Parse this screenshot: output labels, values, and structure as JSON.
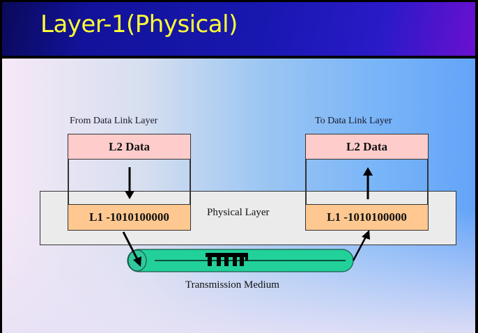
{
  "slide": {
    "title": "Layer-1(Physical)",
    "colors": {
      "title_text": "#ffff33",
      "header_bg": "#1818b0",
      "pink_box": "#ffcccc",
      "orange_box": "#ffc890",
      "tube": "#22d09a",
      "physical_box": "#ebebeb"
    }
  },
  "diagram": {
    "left": {
      "caption": "From Data Link Layer",
      "l2_label": "L2 Data",
      "l1_label": "L1 -1010100000",
      "arrow_direction": "down"
    },
    "right": {
      "caption": "To Data Link Layer",
      "l2_label": "L2 Data",
      "l1_label": "L1 -1010100000",
      "arrow_direction": "up"
    },
    "physical_layer_label": "Physical Layer",
    "medium_label": "Transmission Medium",
    "signal_icon": "square-wave-signal"
  }
}
